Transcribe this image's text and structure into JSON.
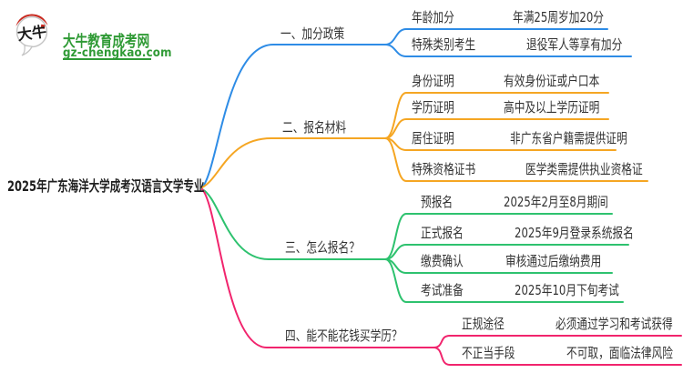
{
  "logo": {
    "badge_text": "大牛",
    "site_name": "大牛教育成考网",
    "site_url": "gz-chengkao.com",
    "brand_green": "#2f9a35",
    "brand_red": "#c8281e"
  },
  "root": {
    "label": "2025年广东海洋大学成考汉语言文学专业"
  },
  "branches": [
    {
      "label": "一、加分政策",
      "color": "#2e8ce6",
      "items": [
        {
          "label": "年龄加分",
          "value": "年满25周岁加20分"
        },
        {
          "label": "特殊类别考生",
          "value": "退役军人等享有加分"
        }
      ]
    },
    {
      "label": "二、报名材料",
      "color": "#f5a623",
      "items": [
        {
          "label": "身份证明",
          "value": "有效身份证或户口本"
        },
        {
          "label": "学历证明",
          "value": "高中及以上学历证明"
        },
        {
          "label": "居住证明",
          "value": "非广东省户籍需提供证明"
        },
        {
          "label": "特殊资格证书",
          "value": "医学类需提供执业资格证"
        }
      ]
    },
    {
      "label": "三、怎么报名？",
      "color": "#2ec26f",
      "items": [
        {
          "label": "预报名",
          "value": "2025年2月至8月期间"
        },
        {
          "label": "正式报名",
          "value": "2025年9月登录系统报名"
        },
        {
          "label": "缴费确认",
          "value": "审核通过后缴纳费用"
        },
        {
          "label": "考试准备",
          "value": "2025年10月下旬考试"
        }
      ]
    },
    {
      "label": "四、能不能花钱买学历？",
      "color": "#f1246d",
      "items": [
        {
          "label": "正规途径",
          "value": "必须通过学习和考试获得"
        },
        {
          "label": "不正当手段",
          "value": "不可取，面临法律风险"
        }
      ]
    }
  ]
}
